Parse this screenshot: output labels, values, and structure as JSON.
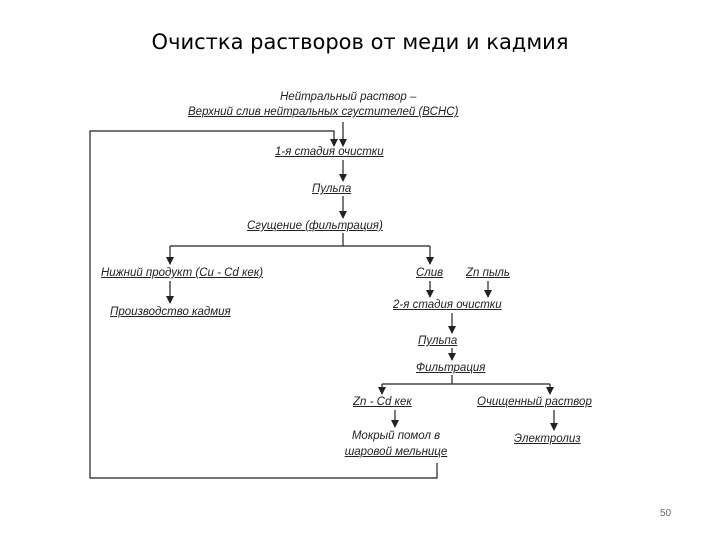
{
  "title": "Очистка растворов от меди и кадмия",
  "diagram": {
    "neutral_solution_line1": "Нейтральный раствор –",
    "neutral_solution_line2": "Верхний слив нейтральных сгустителей (ВСНС)",
    "stage1": "1-я стадия очистки",
    "pulp1": "Пульпа",
    "thickening": "Сгущение (фильтрация)",
    "bottom_product": "Нижний продукт (Cu - Cd кек)",
    "cadmium_production": "Производство кадмия",
    "overflow": "Слив",
    "zn_dust": "Zn пыль",
    "stage2": "2-я стадия очистки",
    "pulp2": "Пульпа",
    "filtration": "Фильтрация",
    "zn_cd_cake": "Zn - Cd  кек",
    "purified_solution": "Очищенный раствор",
    "wet_grinding_line1": "Мокрый помол в",
    "wet_grinding_line2": "шаровой мельнице",
    "electrolysis": "Электролиз"
  },
  "page_number": "50"
}
